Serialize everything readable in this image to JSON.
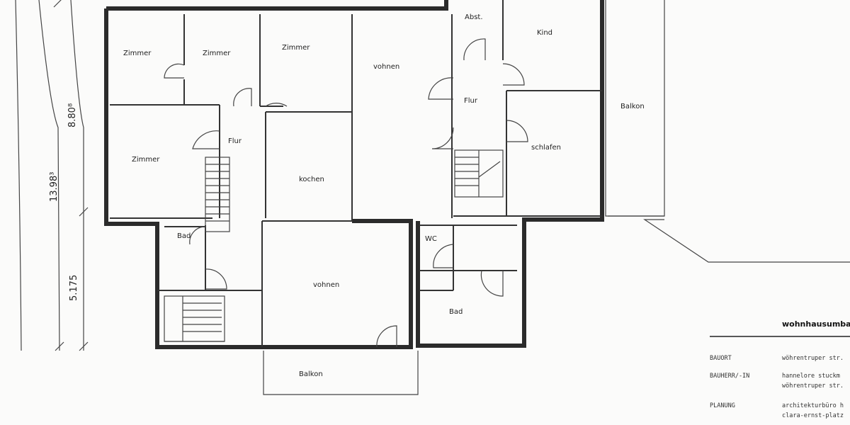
{
  "plan": {
    "rooms": [
      {
        "id": "zimmer-1",
        "label": "Zimmer"
      },
      {
        "id": "zimmer-2",
        "label": "Zimmer"
      },
      {
        "id": "zimmer-3",
        "label": "Zimmer"
      },
      {
        "id": "zimmer-4",
        "label": "Zimmer"
      },
      {
        "id": "flur-left",
        "label": "Flur"
      },
      {
        "id": "kochen",
        "label": "kochen"
      },
      {
        "id": "bad-left",
        "label": "Bad"
      },
      {
        "id": "wohnen-upper",
        "label": "vohnen"
      },
      {
        "id": "wohnen-lower",
        "label": "vohnen"
      },
      {
        "id": "balkon-lower",
        "label": "Balkon"
      },
      {
        "id": "abst",
        "label": "Abst."
      },
      {
        "id": "kind",
        "label": "Kind"
      },
      {
        "id": "flur-right",
        "label": "Flur"
      },
      {
        "id": "schlafen",
        "label": "schlafen"
      },
      {
        "id": "balkon-right",
        "label": "Balkon"
      },
      {
        "id": "wc",
        "label": "WC"
      },
      {
        "id": "bad-right",
        "label": "Bad"
      }
    ],
    "dimensions": {
      "total": "13.98³",
      "upper": "8.80⁸",
      "lower": "5.175"
    }
  },
  "title_block": {
    "title": "wohnhausumba",
    "rows": [
      {
        "key": "BAUORT",
        "lines": [
          "wöhrentruper str."
        ]
      },
      {
        "key": "BAUHERR/-IN",
        "lines": [
          "hannelore stuckm",
          "wöhrentruper str."
        ]
      },
      {
        "key": "PLANUNG",
        "lines": [
          "architekturbüro h",
          "clara-ernst-platz"
        ]
      }
    ]
  }
}
